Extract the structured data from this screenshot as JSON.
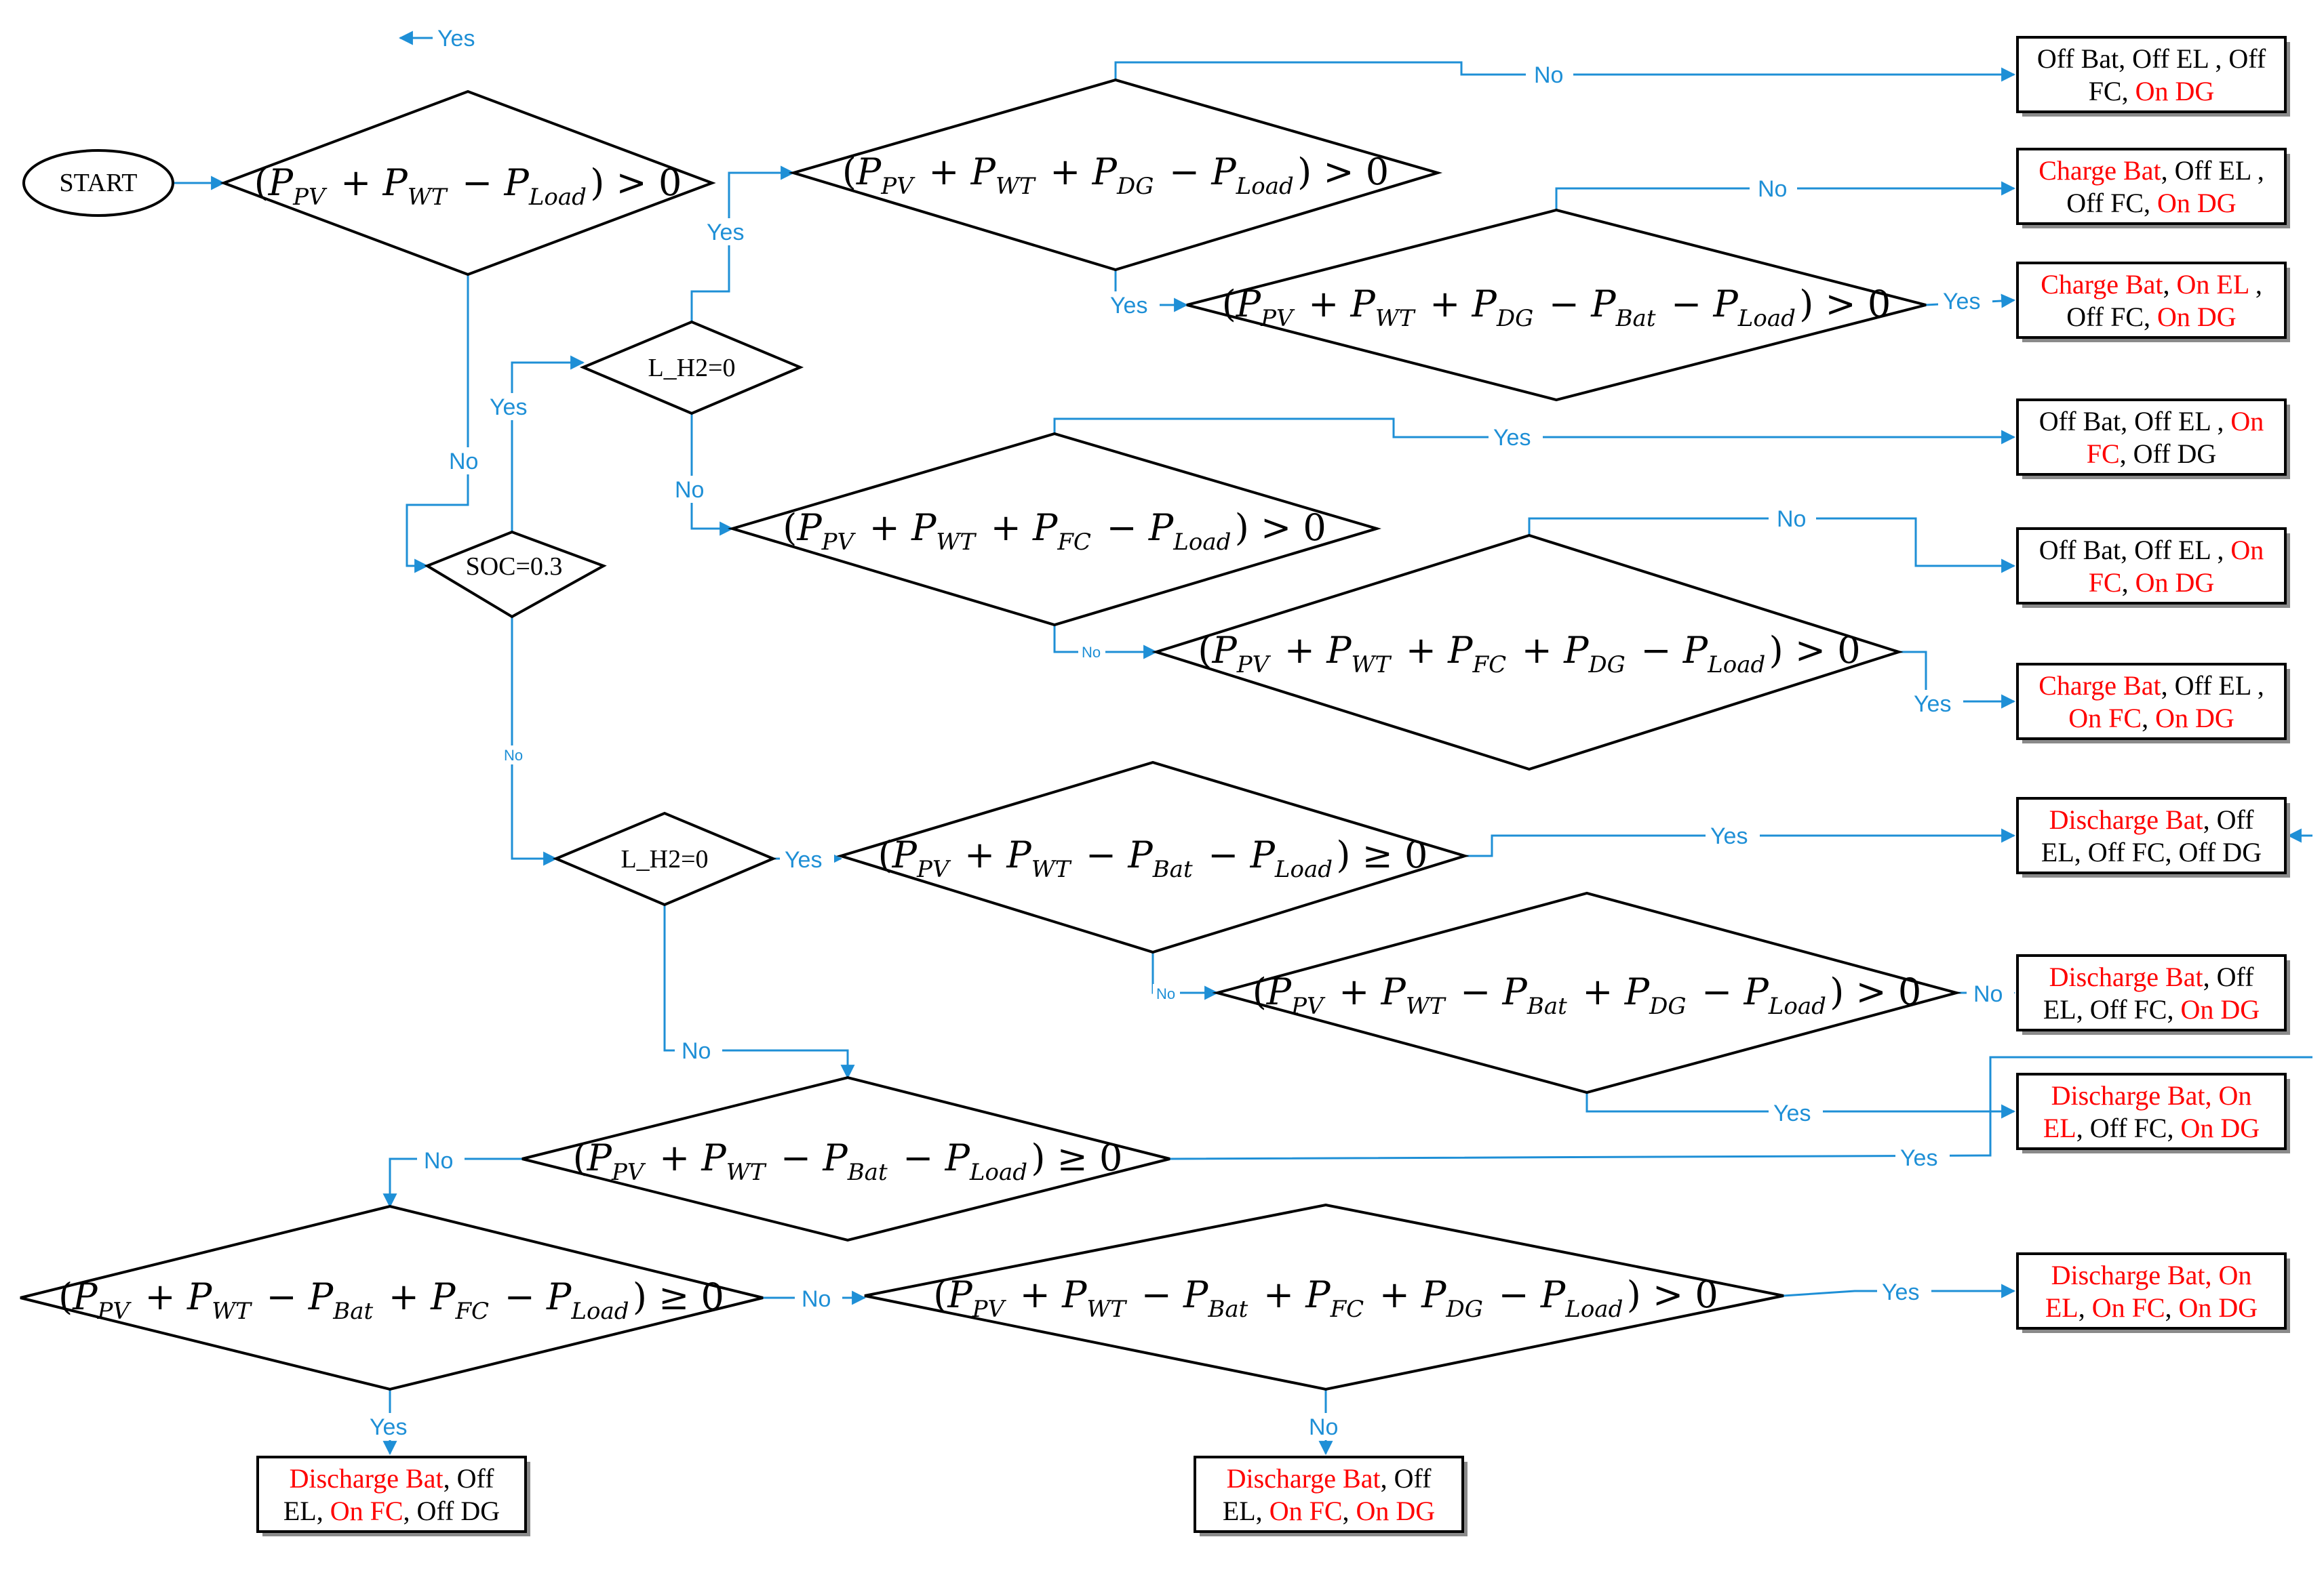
{
  "colors": {
    "flow": "#1e8fd6",
    "accent": "#ff0000",
    "text": "#000000"
  },
  "start": "START",
  "decisions": {
    "d1": {
      "lhs": "(P_PV + P_WT − P_Load)",
      "op": "> 0"
    },
    "d2": {
      "lhs": "(P_PV + P_WT + P_DG − P_Load)",
      "op": "> 0"
    },
    "d3": {
      "lhs": "(P_PV + P_WT + P_DG − P_Bat − P_Load)",
      "op": "> 0"
    },
    "d4": {
      "lhs": "(P_PV + P_WT + P_FC − P_Load)",
      "op": "> 0"
    },
    "d5": {
      "lhs": "(P_PV + P_WT + P_FC + P_DG − P_Load)",
      "op": "> 0"
    },
    "d6": {
      "lhs": "(P_PV + P_WT − P_Bat − P_Load)",
      "op": "≥ 0"
    },
    "d7": {
      "lhs": "(P_PV + P_WT − P_Bat + P_DG − P_Load)",
      "op": "> 0"
    },
    "d8": {
      "lhs": "(P_PV + P_WT − P_Bat − P_Load)",
      "op": "≥ 0"
    },
    "d9": {
      "lhs": "(P_PV + P_WT − P_Bat + P_FC − P_Load)",
      "op": "≥ 0"
    },
    "d10": {
      "lhs": "(P_PV + P_WT − P_Bat + P_FC + P_DG − P_Load)",
      "op": "> 0"
    },
    "lh2_a": "L_H2=0",
    "soc": "SOC=0.3",
    "lh2_b": "L_H2=0"
  },
  "outcomes": {
    "o1": {
      "l1": [
        [
          "Off Bat, Off EL , Off",
          "k"
        ]
      ],
      "l2": [
        [
          "FC, ",
          "k"
        ],
        [
          "On DG",
          "r"
        ]
      ]
    },
    "o2": {
      "l1": [
        [
          "Charge Bat",
          "r"
        ],
        [
          ", Off EL ,",
          "k"
        ]
      ],
      "l2": [
        [
          "Off FC, ",
          "k"
        ],
        [
          "On DG",
          "r"
        ]
      ]
    },
    "o3": {
      "l1": [
        [
          "Charge Bat",
          "r"
        ],
        [
          ", ",
          "k"
        ],
        [
          "On EL",
          "r"
        ],
        [
          " ,",
          "k"
        ]
      ],
      "l2": [
        [
          "Off FC, ",
          "k"
        ],
        [
          "On DG",
          "r"
        ]
      ]
    },
    "o4": {
      "l1": [
        [
          "Off Bat, Off EL , ",
          "k"
        ],
        [
          "On",
          "r"
        ]
      ],
      "l2": [
        [
          "FC",
          "r"
        ],
        [
          ", Off DG",
          "k"
        ]
      ]
    },
    "o5": {
      "l1": [
        [
          "Off Bat, Off EL , ",
          "k"
        ],
        [
          "On",
          "r"
        ]
      ],
      "l2": [
        [
          "FC",
          "r"
        ],
        [
          ", ",
          "k"
        ],
        [
          "On DG",
          "r"
        ]
      ]
    },
    "o6": {
      "l1": [
        [
          "Charge Bat",
          "r"
        ],
        [
          ", Off EL ,",
          "k"
        ]
      ],
      "l2": [
        [
          "On FC",
          "r"
        ],
        [
          ", ",
          "k"
        ],
        [
          "On DG",
          "r"
        ]
      ]
    },
    "o7": {
      "l1": [
        [
          "Discharge Bat",
          "r"
        ],
        [
          ", Off",
          "k"
        ]
      ],
      "l2": [
        [
          "EL, Off FC, Off DG",
          "k"
        ]
      ]
    },
    "o8": {
      "l1": [
        [
          "Discharge Bat",
          "r"
        ],
        [
          ", Off",
          "k"
        ]
      ],
      "l2": [
        [
          "EL, Off FC, ",
          "k"
        ],
        [
          "On DG",
          "r"
        ]
      ]
    },
    "o9": {
      "l1": [
        [
          "Discharge Bat",
          "r"
        ],
        [
          ", On",
          "r"
        ]
      ],
      "l2": [
        [
          "EL",
          "r"
        ],
        [
          ", Off FC, ",
          "k"
        ],
        [
          "On DG",
          "r"
        ]
      ]
    },
    "o10": {
      "l1": [
        [
          "Discharge Bat",
          "r"
        ],
        [
          ", On",
          "r"
        ]
      ],
      "l2": [
        [
          "EL",
          "r"
        ],
        [
          ", ",
          "k"
        ],
        [
          "On FC",
          "r"
        ],
        [
          ", ",
          "k"
        ],
        [
          "On DG",
          "r"
        ]
      ]
    },
    "o11": {
      "l1": [
        [
          "Discharge Bat",
          "r"
        ],
        [
          ", Off",
          "k"
        ]
      ],
      "l2": [
        [
          "EL, ",
          "k"
        ],
        [
          "On FC",
          "r"
        ],
        [
          ", Off DG",
          "k"
        ]
      ]
    },
    "o12": {
      "l1": [
        [
          "Discharge Bat",
          "r"
        ],
        [
          ", Off",
          "k"
        ]
      ],
      "l2": [
        [
          "EL, ",
          "k"
        ],
        [
          "On FC",
          "r"
        ],
        [
          ", ",
          "k"
        ],
        [
          "On DG",
          "r"
        ]
      ]
    }
  },
  "labels": {
    "yes": "Yes",
    "no": "No"
  }
}
